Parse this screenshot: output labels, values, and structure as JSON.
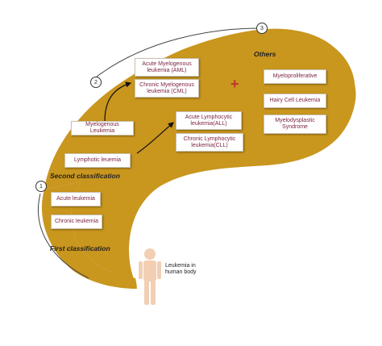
{
  "stages": [
    {
      "number": "1",
      "label": "First classification"
    },
    {
      "number": "2",
      "label": "Second classification"
    },
    {
      "number": "3",
      "label": "Others"
    }
  ],
  "first_classification": {
    "boxes": [
      "Acute leukemia",
      "Chronic leukemia"
    ]
  },
  "second_classification": {
    "boxes": [
      "Myelogenous Leukemia",
      "Lymphotic leuemia"
    ]
  },
  "myelogenous_types": [
    "Acute Myelogenous\nleukemia (AML)",
    "Chronic Myelogenous\nleukemia (CML)"
  ],
  "lymphocytic_types": [
    "Acute Lymphocytic\nleukemia(ALL)",
    "Chronic  Lymphocytic\nleukemia(CLL)"
  ],
  "others_boxes": [
    "Myeloproliferative",
    "Hairy Cell Leukemia",
    "Myelodysplastic\nSyndrome"
  ],
  "plus_sign": "+",
  "origin_label": "Leukemia in\nhuman body",
  "colors": {
    "shape_fill": "#c9961e",
    "box_text": "#7a1f3d",
    "plus": "#c0392b",
    "figure": "#f2cfb3"
  }
}
